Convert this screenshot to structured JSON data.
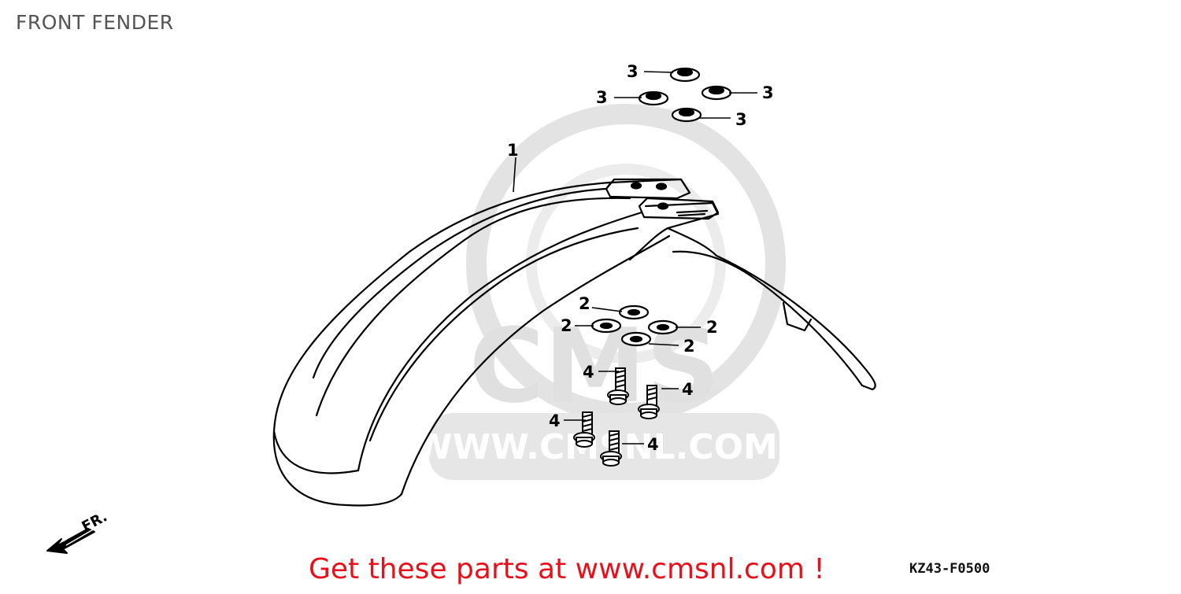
{
  "diagram": {
    "title": "FRONT FENDER",
    "drawing_code": "KZ43-F0500",
    "direction_label": "FR.",
    "watermark": {
      "logo_text": "CMS",
      "url_text": "WWW.CMSNL.COM"
    },
    "promo_text": "Get these parts at www.cmsnl.com !",
    "callouts": [
      {
        "label": "1",
        "part": "fender"
      },
      {
        "label": "2",
        "part": "washer"
      },
      {
        "label": "3",
        "part": "grommet"
      },
      {
        "label": "4",
        "part": "bolt"
      }
    ],
    "colors": {
      "line": "#000000",
      "watermark": "#d9d9d9",
      "promo": "#e8101a"
    }
  }
}
